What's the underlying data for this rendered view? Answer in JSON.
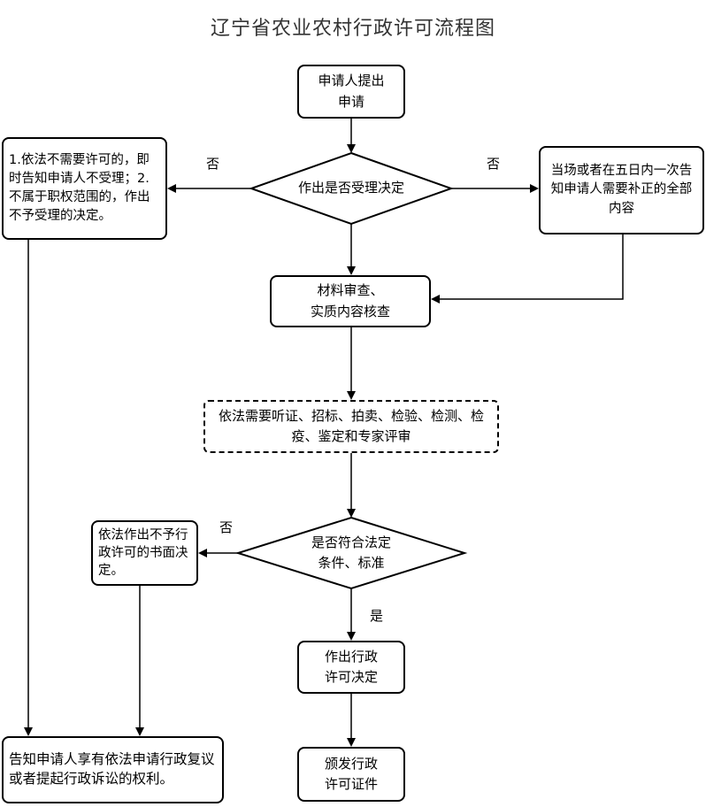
{
  "title": "辽宁省农业农村行政许可流程图",
  "nodes": {
    "apply": "申请人提出\n申请",
    "accept_decision": "作出是否受理决定",
    "reject_notice": "1.依法不需要许可的，即时告知申请人不受理；2.不属于职权范围的，作出不予受理的决定。",
    "supplement": "当场或者在五日内一次告知申请人需要补正的全部内容",
    "review": "材料审查、\n实质内容核查",
    "hearing": "依法需要听证、招标、拍卖、检验、检测、检疫、鉴定和专家评审",
    "conform_decision": "是否符合法定\n条件、标准",
    "deny_written": "依法作出不予行政许可的书面决定。",
    "grant": "作出行政\n许可决定",
    "issue": "颁发行政\n许可证件",
    "rights": "告知申请人享有依法申请行政复议或者提起行政诉讼的权利。"
  },
  "edge_labels": {
    "no_left": "否",
    "no_right": "否",
    "no_conform": "否",
    "yes_conform": "是"
  }
}
